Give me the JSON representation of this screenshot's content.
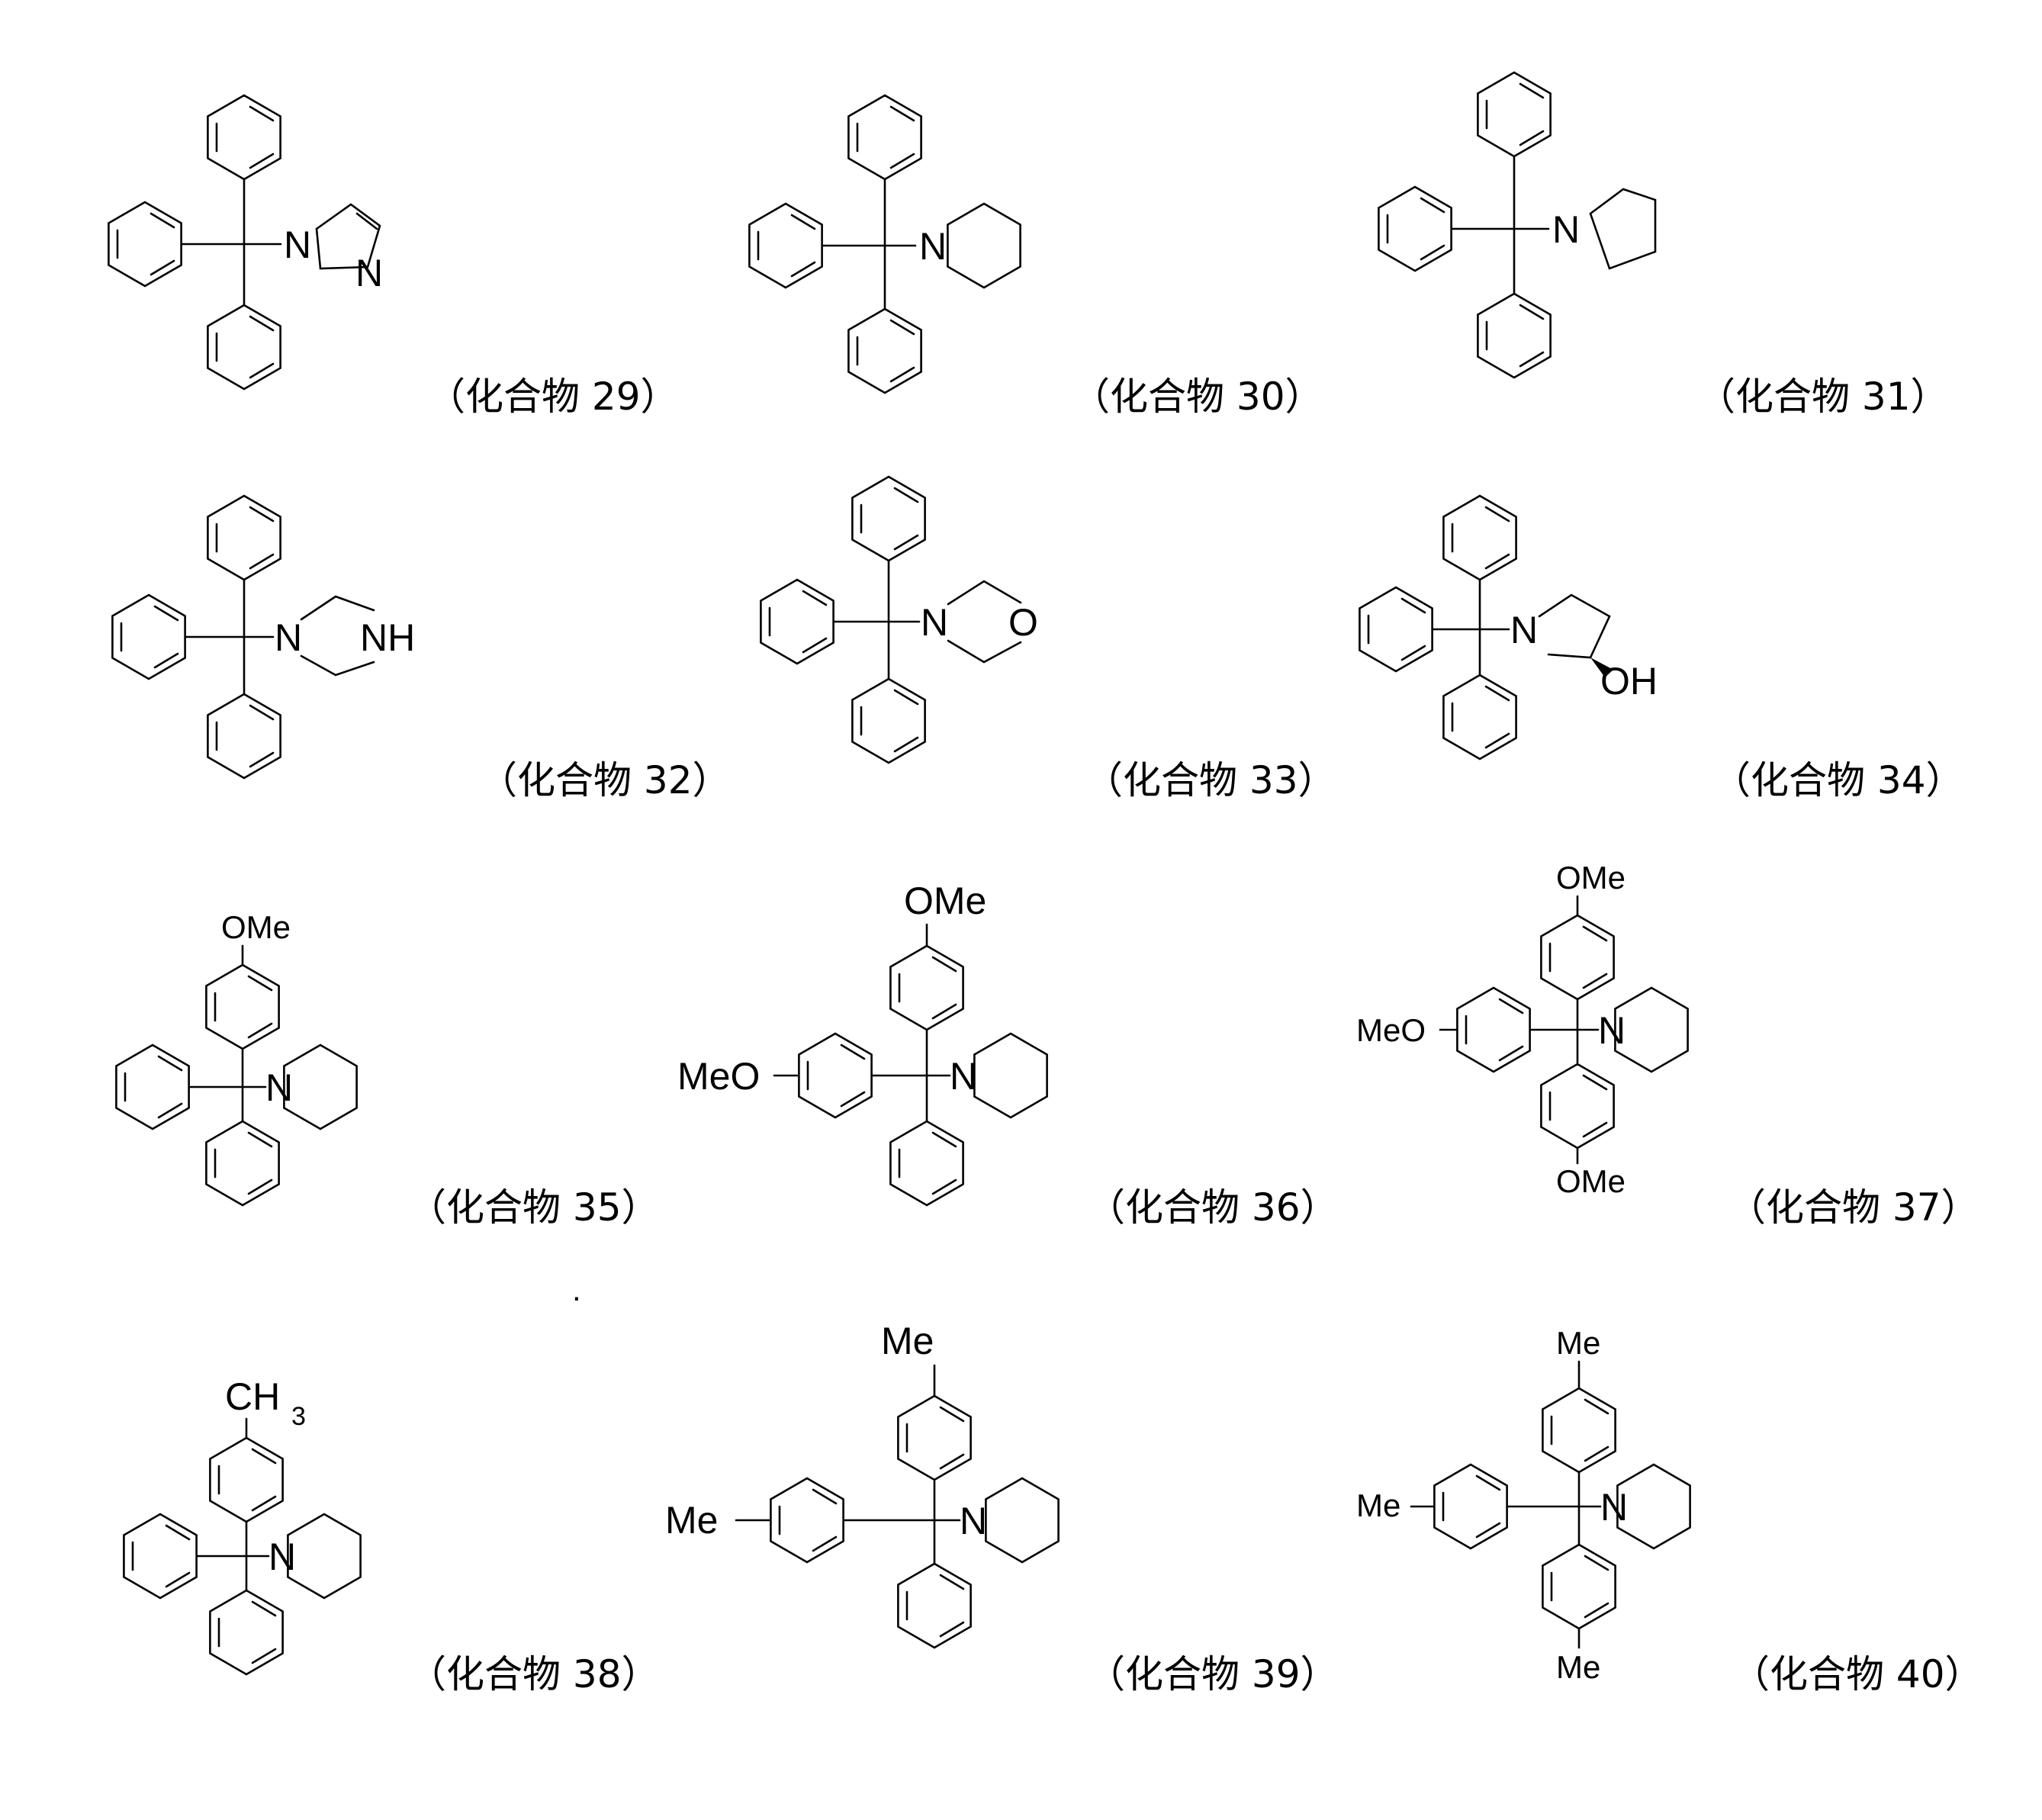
{
  "compounds": [
    {
      "caption": "（化合物 29）",
      "n": "N",
      "n2": "N",
      "substituents": []
    },
    {
      "caption": "（化合物 30）",
      "n": "N",
      "substituents": []
    },
    {
      "caption": "（化合物 31）",
      "n": "N",
      "substituents": []
    },
    {
      "caption": "（化合物 32）",
      "n": "N",
      "nh": "NH",
      "substituents": []
    },
    {
      "caption": "（化合物 33）",
      "n": "N",
      "o": "O",
      "substituents": []
    },
    {
      "caption": "（化合物 34）",
      "n": "N",
      "oh": "OH",
      "substituents": []
    },
    {
      "caption": "（化合物 35）",
      "n": "N",
      "substituents": [
        "OMe"
      ]
    },
    {
      "caption": "（化合物 36）",
      "n": "N",
      "substituents": [
        "OMe",
        "MeO"
      ]
    },
    {
      "caption": "（化合物 37）",
      "n": "N",
      "substituents": [
        "OMe",
        "MeO",
        "OMe"
      ]
    },
    {
      "caption": "（化合物 38）",
      "n": "N",
      "substituents": [
        "CH",
        "3"
      ]
    },
    {
      "caption": "（化合物 39）",
      "n": "N",
      "substituents": [
        "Me",
        "Me"
      ]
    },
    {
      "caption": "（化合物 40）",
      "n": "N",
      "substituents": [
        "Me",
        "Me",
        "Me"
      ]
    }
  ],
  "stray_mark": "."
}
